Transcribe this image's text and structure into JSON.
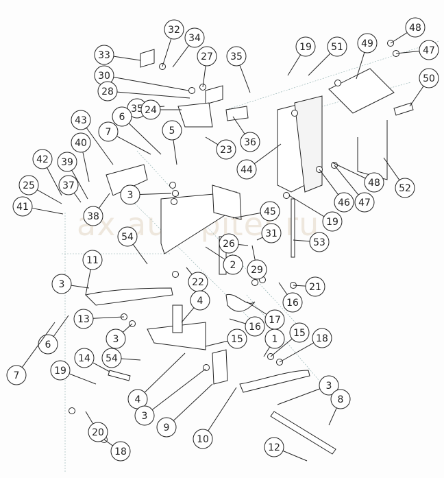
{
  "diagram": {
    "watermark": "ax autopiter.ru",
    "callouts": [
      "32",
      "34",
      "33",
      "27",
      "35",
      "30",
      "28",
      "35",
      "24",
      "36",
      "23",
      "6",
      "5",
      "7",
      "43",
      "40",
      "42",
      "39",
      "37",
      "25",
      "41",
      "38",
      "3",
      "54",
      "45",
      "31",
      "26",
      "2",
      "29",
      "22",
      "11",
      "3",
      "4",
      "21",
      "16",
      "16",
      "17",
      "13",
      "6",
      "3",
      "15",
      "15",
      "18",
      "1",
      "7",
      "14",
      "54",
      "19",
      "4",
      "3",
      "9",
      "10",
      "20",
      "18",
      "3",
      "8",
      "12",
      "19",
      "51",
      "49",
      "48",
      "47",
      "50",
      "44",
      "48",
      "47",
      "46",
      "52",
      "19",
      "53"
    ]
  }
}
